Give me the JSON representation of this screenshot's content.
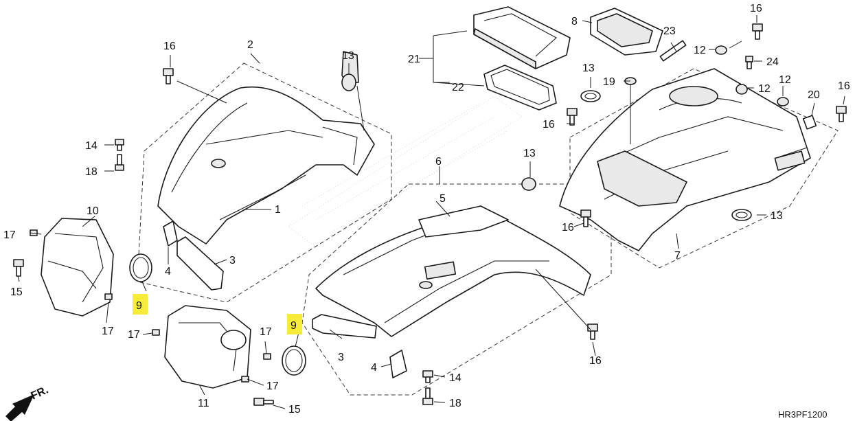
{
  "diagram": {
    "code": "HR3PF1200",
    "front_marker": "FR.",
    "highlight_color": "#f7ec3a",
    "callouts": {
      "c1": "1",
      "c2": "2",
      "c3a": "3",
      "c3b": "3",
      "c4a": "4",
      "c4b": "4",
      "c5": "5",
      "c6": "6",
      "c7": "7",
      "c8": "8",
      "c9a": "9",
      "c9b": "9",
      "c10": "10",
      "c11": "11",
      "c12a": "12",
      "c12b": "12",
      "c12c": "12",
      "c13a": "13",
      "c13b": "13",
      "c13c": "13",
      "c13d": "13",
      "c14a": "14",
      "c14b": "14",
      "c15a": "15",
      "c15b": "15",
      "c16a": "16",
      "c16b": "16",
      "c16c": "16",
      "c16d": "16",
      "c16e": "16",
      "c16f": "16",
      "c17a": "17",
      "c17b": "17",
      "c17c": "17",
      "c17d": "17",
      "c17e": "17",
      "c18a": "18",
      "c18b": "18",
      "c19": "19",
      "c20": "20",
      "c21": "21",
      "c22": "22",
      "c23": "23",
      "c24": "24"
    }
  }
}
